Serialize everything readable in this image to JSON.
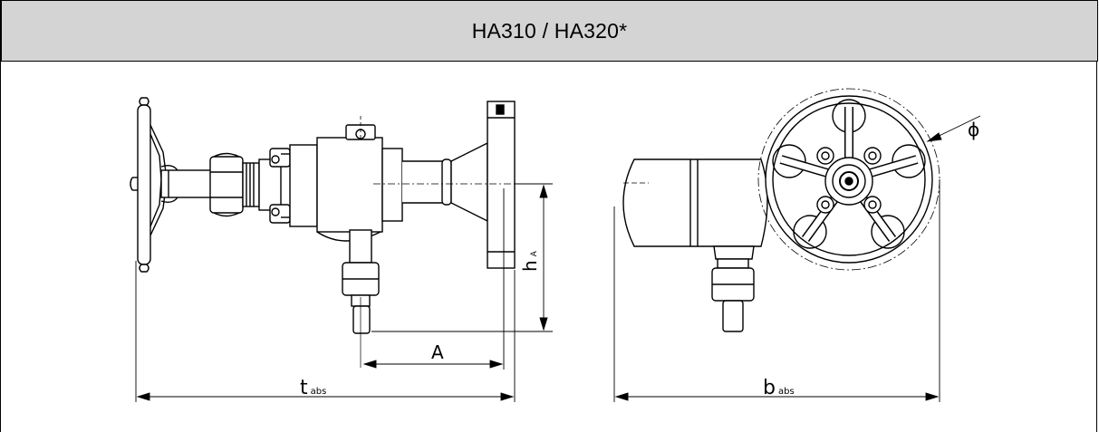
{
  "header": {
    "title": "HA310 / HA320*"
  },
  "dimensions": {
    "t": {
      "main": "t",
      "sub": "abs"
    },
    "b": {
      "main": "b",
      "sub": "abs"
    },
    "a": {
      "main": "A"
    },
    "h": {
      "main": "h",
      "sub": "A"
    },
    "phi": {
      "main": "ϕ"
    }
  }
}
